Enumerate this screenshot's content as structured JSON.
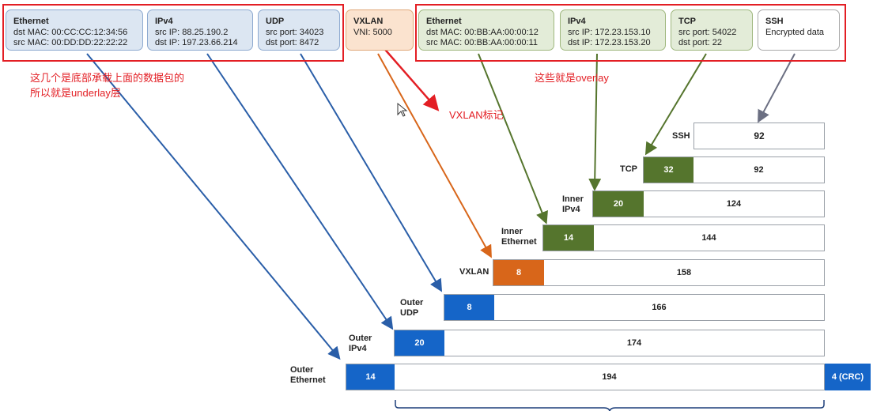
{
  "headers": [
    {
      "title": "Ethernet",
      "line1": "dst MAC: 00:CC:CC:12:34:56",
      "line2": "src MAC: 00:DD:DD:22:22:22"
    },
    {
      "title": "IPv4",
      "line1": "src IP: 88.25.190.2",
      "line2": "dst IP: 197.23.66.214"
    },
    {
      "title": "UDP",
      "line1": "src port: 34023",
      "line2": "dst port: 8472"
    },
    {
      "title": "VXLAN",
      "line1": "VNI: 5000",
      "line2": ""
    },
    {
      "title": "Ethernet",
      "line1": "dst MAC: 00:BB:AA:00:00:12",
      "line2": "src MAC: 00:BB:AA:00:00:11"
    },
    {
      "title": "IPv4",
      "line1": "src IP: 172.23.153.10",
      "line2": "dst IP: 172.23.153.20"
    },
    {
      "title": "TCP",
      "line1": "src port: 54022",
      "line2": "dst port: 22"
    },
    {
      "title": "SSH",
      "line1": "Encrypted data",
      "line2": ""
    }
  ],
  "annotations": {
    "underlay_line1": "这几个是底部承载上面的数据包的",
    "underlay_line2": "所以就是underlay层",
    "overlay": "这些就是overlay",
    "vxlan_mark": "VXLAN标记"
  },
  "layers": [
    {
      "label_line1": "SSH",
      "label_line2": "",
      "header_size": "",
      "payload_size": "92"
    },
    {
      "label_line1": "TCP",
      "label_line2": "",
      "header_size": "32",
      "payload_size": "92"
    },
    {
      "label_line1": "Inner",
      "label_line2": "IPv4",
      "header_size": "20",
      "payload_size": "124"
    },
    {
      "label_line1": "Inner",
      "label_line2": "Ethernet",
      "header_size": "14",
      "payload_size": "144"
    },
    {
      "label_line1": "VXLAN",
      "label_line2": "",
      "header_size": "8",
      "payload_size": "158"
    },
    {
      "label_line1": "Outer",
      "label_line2": "UDP",
      "header_size": "8",
      "payload_size": "166"
    },
    {
      "label_line1": "Outer",
      "label_line2": "IPv4",
      "header_size": "20",
      "payload_size": "174"
    },
    {
      "label_line1": "Outer",
      "label_line2": "Ethernet",
      "header_size": "14",
      "payload_size": "194"
    }
  ],
  "crc_label": "4 (CRC)",
  "colors": {
    "underlay": "#1565c8",
    "vxlan": "#d8661a",
    "overlay": "#55752d",
    "annotation": "#e31e24",
    "ssh_arrow": "#6b6f82"
  }
}
